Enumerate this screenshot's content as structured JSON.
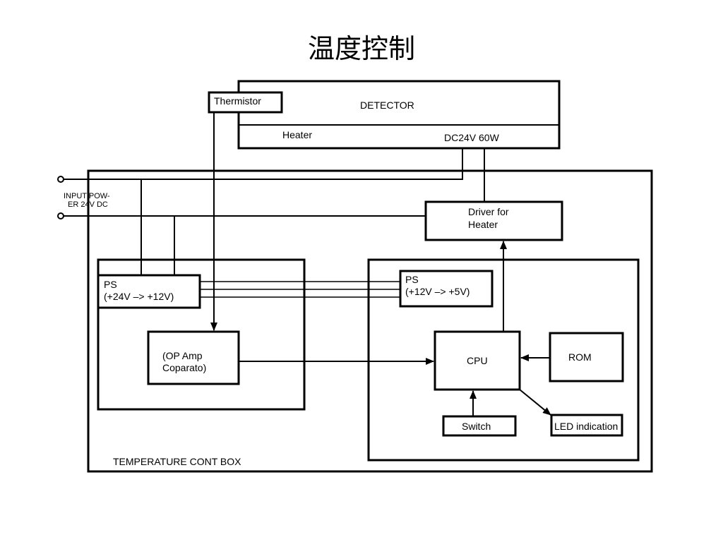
{
  "title": "温度控制",
  "labels": {
    "detector": "DETECTOR",
    "thermistor": "Thermistor",
    "heater": "Heater",
    "heater_rating": "DC24V 60W",
    "input_line1": "INPUT POW-",
    "input_line2": "ER 24V DC",
    "driver_line1": "Driver for",
    "driver_line2": "Heater",
    "ps1_line1": "PS",
    "ps1_line2": "(+24V –> +12V)",
    "ps2_line1": "PS",
    "ps2_line2": "(+12V –> +5V)",
    "opamp_line1": "(OP Amp",
    "opamp_line2": "Coparato)",
    "cpu": "CPU",
    "rom": "ROM",
    "switch": "Switch",
    "led": "LED indication",
    "box": "TEMPERATURE CONT BOX"
  }
}
